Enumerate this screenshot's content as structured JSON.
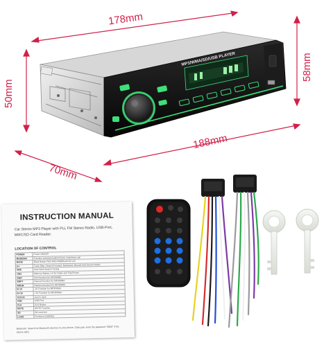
{
  "dimensions": {
    "width_top": "178mm",
    "height_left": "50mm",
    "height_right": "58mm",
    "length_front": "188mm",
    "depth_bottom": "70mm"
  },
  "radio": {
    "display_text": "MP3/WMA/SD/USB PLAYER"
  },
  "manual": {
    "title": "INSTRUCTION MANUAL",
    "subtitle": "Car Stereo MP3 Player with PLL FM Stereo Radio, USB-Port, MMC/SD Card Reader.",
    "location_heading": "LOCATION OF CONTROL",
    "controls": [
      [
        "POWER",
        "Power ON/OFF"
      ],
      [
        "MODE/MU",
        "Function selection/audio/volume mute/short call"
      ],
      [
        "BAND",
        "Band Button FM1-FM2-FM3/Bluetooth call"
      ],
      [
        "|<<",
        "Track Skip / Search Forward, Backward, Manual Auto Search Radio"
      ],
      [
        "AMS",
        "Auto Seek Search Tuning"
      ],
      [
        "1/M1",
        "Memory Station 1-6 for Radio and Play/Pause"
      ],
      [
        "2/INT",
        "Intro function for MP3/WMA"
      ],
      [
        "3/RPT",
        "Repeat Function for MP3/WMA"
      ],
      [
        "4/RDM",
        "Random function for MP3/WMA"
      ],
      [
        "5/-10",
        "-10 Function for MP3/WMA"
      ],
      [
        "6/+10",
        "+10 Function for MP3/WMA"
      ],
      [
        "AUX IN",
        "Aux-In Jack"
      ],
      [
        "USB",
        "USB Port"
      ],
      [
        "CLK",
        "CLK Button"
      ],
      [
        "MUTE",
        "MUTE Function"
      ],
      [
        "SD",
        "SD card slot"
      ],
      [
        "LOUD",
        "Function LOUD/EQ"
      ]
    ],
    "footer": "Bluetooth: Search for Bluetooth devices on your phone. Click pair, enter the password \"0000\" if the device asks."
  },
  "colors": {
    "dimension": "#d1204a",
    "led_green": "#3ee07a",
    "display_green": "#9ef0a8",
    "remote_blue": "#1e6fe0",
    "remote_red": "#e02828"
  }
}
